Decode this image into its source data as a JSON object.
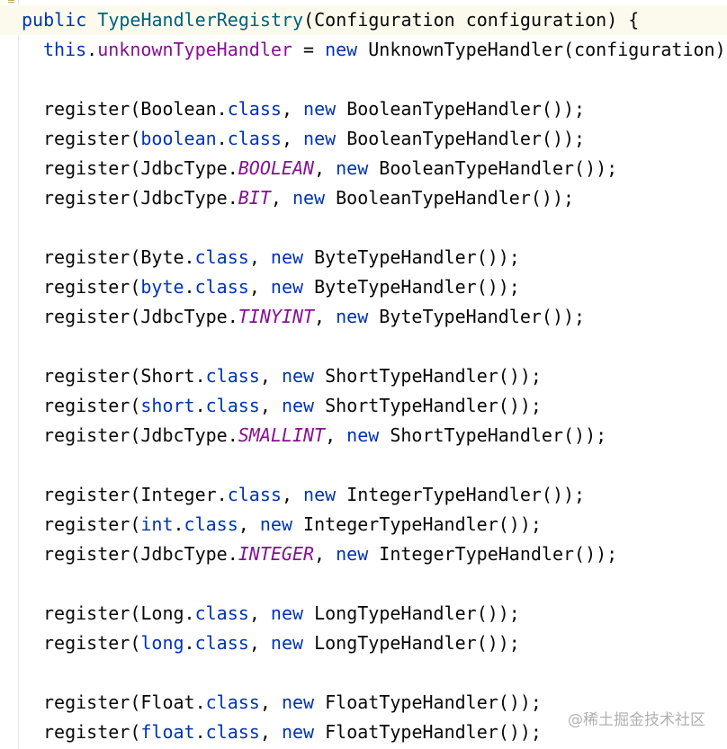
{
  "watermark": "@稀土掘金技术社区",
  "code": {
    "header": {
      "kw_public": "public",
      "ctor_name": "TypeHandlerRegistry",
      "params": "(Configuration configuration) {"
    },
    "assign": {
      "kw_this": "this",
      "dot": ".",
      "field": "unknownTypeHandler",
      "eq": " = ",
      "kw_new": "new",
      "rhs": " UnknownTypeHandler(configuration);"
    },
    "lines": [
      {
        "pre": "register(",
        "type": "Boolean",
        "dot": ".",
        "member": "class",
        "member_style": "kw",
        "mid": ", ",
        "new": "new",
        "post": " BooleanTypeHandler());"
      },
      {
        "pre": "register(",
        "type": "boolean",
        "type_style": "kw",
        "dot": ".",
        "member": "class",
        "member_style": "kw",
        "mid": ", ",
        "new": "new",
        "post": " BooleanTypeHandler());"
      },
      {
        "pre": "register(",
        "type": "JdbcType",
        "dot": ".",
        "member": "BOOLEAN",
        "member_style": "ital",
        "mid": ", ",
        "new": "new",
        "post": " BooleanTypeHandler());"
      },
      {
        "pre": "register(",
        "type": "JdbcType",
        "dot": ".",
        "member": "BIT",
        "member_style": "ital",
        "mid": ", ",
        "new": "new",
        "post": " BooleanTypeHandler());"
      },
      {
        "blank": true
      },
      {
        "pre": "register(",
        "type": "Byte",
        "dot": ".",
        "member": "class",
        "member_style": "kw",
        "mid": ", ",
        "new": "new",
        "post": " ByteTypeHandler());"
      },
      {
        "pre": "register(",
        "type": "byte",
        "type_style": "kw",
        "dot": ".",
        "member": "class",
        "member_style": "kw",
        "mid": ", ",
        "new": "new",
        "post": " ByteTypeHandler());"
      },
      {
        "pre": "register(",
        "type": "JdbcType",
        "dot": ".",
        "member": "TINYINT",
        "member_style": "ital",
        "mid": ", ",
        "new": "new",
        "post": " ByteTypeHandler());"
      },
      {
        "blank": true
      },
      {
        "pre": "register(",
        "type": "Short",
        "dot": ".",
        "member": "class",
        "member_style": "kw",
        "mid": ", ",
        "new": "new",
        "post": " ShortTypeHandler());"
      },
      {
        "pre": "register(",
        "type": "short",
        "type_style": "kw",
        "dot": ".",
        "member": "class",
        "member_style": "kw",
        "mid": ", ",
        "new": "new",
        "post": " ShortTypeHandler());"
      },
      {
        "pre": "register(",
        "type": "JdbcType",
        "dot": ".",
        "member": "SMALLINT",
        "member_style": "ital",
        "mid": ", ",
        "new": "new",
        "post": " ShortTypeHandler());"
      },
      {
        "blank": true
      },
      {
        "pre": "register(",
        "type": "Integer",
        "dot": ".",
        "member": "class",
        "member_style": "kw",
        "mid": ", ",
        "new": "new",
        "post": " IntegerTypeHandler());"
      },
      {
        "pre": "register(",
        "type": "int",
        "type_style": "kw",
        "dot": ".",
        "member": "class",
        "member_style": "kw",
        "mid": ", ",
        "new": "new",
        "post": " IntegerTypeHandler());"
      },
      {
        "pre": "register(",
        "type": "JdbcType",
        "dot": ".",
        "member": "INTEGER",
        "member_style": "ital",
        "mid": ", ",
        "new": "new",
        "post": " IntegerTypeHandler());"
      },
      {
        "blank": true
      },
      {
        "pre": "register(",
        "type": "Long",
        "dot": ".",
        "member": "class",
        "member_style": "kw",
        "mid": ", ",
        "new": "new",
        "post": " LongTypeHandler());"
      },
      {
        "pre": "register(",
        "type": "long",
        "type_style": "kw",
        "dot": ".",
        "member": "class",
        "member_style": "kw",
        "mid": ", ",
        "new": "new",
        "post": " LongTypeHandler());"
      },
      {
        "blank": true
      },
      {
        "pre": "register(",
        "type": "Float",
        "dot": ".",
        "member": "class",
        "member_style": "kw",
        "mid": ", ",
        "new": "new",
        "post": " FloatTypeHandler());"
      },
      {
        "pre": "register(",
        "type": "float",
        "type_style": "kw",
        "dot": ".",
        "member": "class",
        "member_style": "kw",
        "mid": ", ",
        "new": "new",
        "post": " FloatTypeHandler());"
      }
    ]
  },
  "colors": {
    "keyword": "#0033b3",
    "field": "#871094",
    "constant": "#871094",
    "class_name": "#00627a",
    "text": "#080808",
    "current_line": "#fcfaed",
    "watermark": "#b0b0b0"
  }
}
